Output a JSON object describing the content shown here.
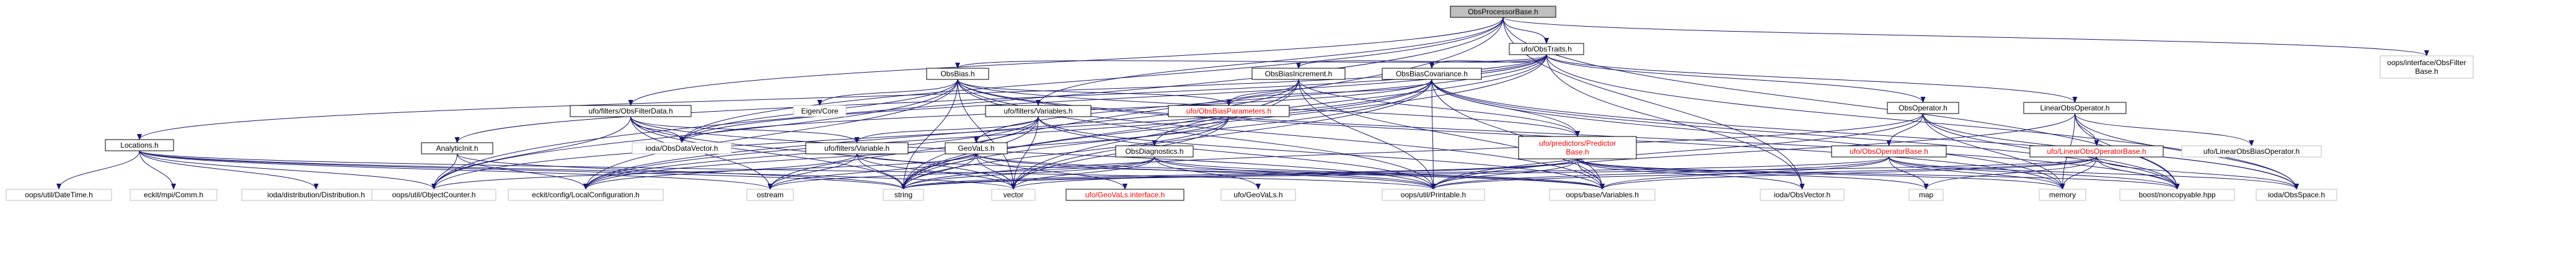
{
  "graph": {
    "palette": {
      "edge": "#191970",
      "root_fill": "#bfbfbf",
      "node_fill": "#ffffff",
      "node_stroke": "#000000",
      "leaf_stroke": "#bfbfbf",
      "highlight_text": "#ff0000",
      "text": "#000000"
    },
    "nodes": [
      {
        "id": "root",
        "label": "ObsProcessorBase.h",
        "kind": "root"
      },
      {
        "id": "obstraits",
        "label": "ufo/ObsTraits.h"
      },
      {
        "id": "filterbase",
        "label": "oops/interface/ObsFilter\nBase.h",
        "kind": "leaf"
      },
      {
        "id": "obsbias",
        "label": "ObsBias.h"
      },
      {
        "id": "obsbiasincr",
        "label": "ObsBiasIncrement.h"
      },
      {
        "id": "obsbiascov",
        "label": "ObsBiasCovariance.h"
      },
      {
        "id": "obsfilterdata",
        "label": "ufo/filters/ObsFilterData.h"
      },
      {
        "id": "eigencore",
        "label": "Eigen/Core",
        "kind": "leaf"
      },
      {
        "id": "obsbiasparams",
        "label": "ufo/ObsBiasParameters.h",
        "kind": "highlight"
      },
      {
        "id": "filtvariables",
        "label": "ufo/filters/Variables.h"
      },
      {
        "id": "obsoperator",
        "label": "ObsOperator.h"
      },
      {
        "id": "linearobsop",
        "label": "LinearObsOperator.h"
      },
      {
        "id": "locations",
        "label": "Locations.h"
      },
      {
        "id": "analyticinit",
        "label": "AnalyticInit.h"
      },
      {
        "id": "iodaobsdatavector",
        "label": "ioda/ObsDataVector.h",
        "kind": "leaf"
      },
      {
        "id": "filtvariable",
        "label": "ufo/filters/Variable.h"
      },
      {
        "id": "geovals",
        "label": "GeoVaLs.h"
      },
      {
        "id": "obsdiagnostics",
        "label": "ObsDiagnostics.h"
      },
      {
        "id": "predictorbase",
        "label": "ufo/predictors/Predictor\nBase.h",
        "kind": "highlight"
      },
      {
        "id": "ufoobsopbase",
        "label": "ufo/ObsOperatorBase.h",
        "kind": "highlight"
      },
      {
        "id": "ufolinobsopbase",
        "label": "ufo/LinearObsOperatorBase.h",
        "kind": "highlight"
      },
      {
        "id": "ufolinobsop",
        "label": "ufo/LinearObsBiasOperator.h",
        "kind": "leaf"
      },
      {
        "id": "datetime",
        "label": "oops/util/DateTime.h",
        "kind": "leaf"
      },
      {
        "id": "eckitcomm",
        "label": "eckit/mpi/Comm.h",
        "kind": "leaf"
      },
      {
        "id": "iodadist",
        "label": "ioda/distribution/Distribution.h",
        "kind": "leaf"
      },
      {
        "id": "objectcounter",
        "label": "oops/util/ObjectCounter.h",
        "kind": "leaf"
      },
      {
        "id": "localconfig",
        "label": "eckit/config/LocalConfiguration.h",
        "kind": "leaf"
      },
      {
        "id": "ostream",
        "label": "ostream",
        "kind": "leaf"
      },
      {
        "id": "string",
        "label": "string",
        "kind": "leaf"
      },
      {
        "id": "vector",
        "label": "vector",
        "kind": "leaf"
      },
      {
        "id": "geovalsinterface",
        "label": "ufo/GeoVaLs.interface.h",
        "kind": "highlight"
      },
      {
        "id": "ufogeovals",
        "label": "ufo/GeoVaLs.h",
        "kind": "leaf"
      },
      {
        "id": "printable",
        "label": "oops/util/Printable.h",
        "kind": "leaf"
      },
      {
        "id": "basevariables",
        "label": "oops/base/Variables.h",
        "kind": "leaf"
      },
      {
        "id": "iodaobsvector",
        "label": "ioda/ObsVector.h",
        "kind": "leaf"
      },
      {
        "id": "map",
        "label": "map",
        "kind": "leaf"
      },
      {
        "id": "memory",
        "label": "memory",
        "kind": "leaf"
      },
      {
        "id": "boostnoncopy",
        "label": "boost/noncopyable.hpp",
        "kind": "leaf"
      },
      {
        "id": "iodaobsspace",
        "label": "ioda/ObsSpace.h",
        "kind": "leaf"
      }
    ],
    "edges": [
      [
        "root",
        "obstraits"
      ],
      [
        "root",
        "filterbase"
      ],
      [
        "root",
        "obsfilterdata"
      ],
      [
        "root",
        "iodaobsdatavector"
      ],
      [
        "root",
        "filtvariables"
      ],
      [
        "root",
        "objectcounter"
      ],
      [
        "root",
        "string"
      ],
      [
        "root",
        "iodaobsvector"
      ],
      [
        "root",
        "boostnoncopy"
      ],
      [
        "obstraits",
        "obsbias"
      ],
      [
        "obstraits",
        "obsbiasincr"
      ],
      [
        "obstraits",
        "obsbiascov"
      ],
      [
        "obstraits",
        "obsoperator"
      ],
      [
        "obstraits",
        "linearobsop"
      ],
      [
        "obstraits",
        "locations"
      ],
      [
        "obstraits",
        "analyticinit"
      ],
      [
        "obstraits",
        "geovals"
      ],
      [
        "obstraits",
        "obsdiagnostics"
      ],
      [
        "obstraits",
        "iodaobsspace"
      ],
      [
        "obstraits",
        "iodaobsvector"
      ],
      [
        "obstraits",
        "iodaobsdatavector"
      ],
      [
        "obstraits",
        "string"
      ],
      [
        "obsbias",
        "eigencore"
      ],
      [
        "obsbias",
        "obsbiasparams"
      ],
      [
        "obsbias",
        "predictorbase"
      ],
      [
        "obsbias",
        "localconfig"
      ],
      [
        "obsbias",
        "objectcounter"
      ],
      [
        "obsbias",
        "printable"
      ],
      [
        "obsbias",
        "basevariables"
      ],
      [
        "obsbias",
        "string"
      ],
      [
        "obsbias",
        "vector"
      ],
      [
        "obsbias",
        "memory"
      ],
      [
        "obsbias",
        "boostnoncopy"
      ],
      [
        "obsbias",
        "iodaobsdatavector"
      ],
      [
        "obsbiasincr",
        "obsbiasparams"
      ],
      [
        "obsbiasincr",
        "predictorbase"
      ],
      [
        "obsbiasincr",
        "localconfig"
      ],
      [
        "obsbiasincr",
        "printable"
      ],
      [
        "obsbiasincr",
        "string"
      ],
      [
        "obsbiasincr",
        "vector"
      ],
      [
        "obsbiasincr",
        "basevariables"
      ],
      [
        "obsbiascov",
        "obsbiasparams"
      ],
      [
        "obsbiascov",
        "predictorbase"
      ],
      [
        "obsbiascov",
        "localconfig"
      ],
      [
        "obsbiascov",
        "objectcounter"
      ],
      [
        "obsbiascov",
        "printable"
      ],
      [
        "obsbiascov",
        "basevariables"
      ],
      [
        "obsbiascov",
        "string"
      ],
      [
        "obsbiascov",
        "vector"
      ],
      [
        "obsbiascov",
        "memory"
      ],
      [
        "obsbiascov",
        "boostnoncopy"
      ],
      [
        "obsbiascov",
        "iodaobsdatavector"
      ],
      [
        "obsbiascov",
        "iodaobsspace"
      ],
      [
        "obsfilterdata",
        "filtvariable"
      ],
      [
        "obsfilterdata",
        "iodaobsdatavector"
      ],
      [
        "obsfilterdata",
        "objectcounter"
      ],
      [
        "obsfilterdata",
        "printable"
      ],
      [
        "obsfilterdata",
        "ostream"
      ],
      [
        "obsfilterdata",
        "string"
      ],
      [
        "obsfilterdata",
        "vector"
      ],
      [
        "obsbiasparams",
        "localconfig"
      ],
      [
        "obsbiasparams",
        "string"
      ],
      [
        "obsbiasparams",
        "vector"
      ],
      [
        "filtvariables",
        "filtvariable"
      ],
      [
        "filtvariables",
        "localconfig"
      ],
      [
        "filtvariables",
        "printable"
      ],
      [
        "filtvariables",
        "basevariables"
      ],
      [
        "filtvariables",
        "string"
      ],
      [
        "filtvariables",
        "vector"
      ],
      [
        "filtvariables",
        "ostream"
      ],
      [
        "obsoperator",
        "ufoobsopbase"
      ],
      [
        "obsoperator",
        "printable"
      ],
      [
        "obsoperator",
        "memory"
      ],
      [
        "obsoperator",
        "boostnoncopy"
      ],
      [
        "obsoperator",
        "iodaobsspace"
      ],
      [
        "obsoperator",
        "string"
      ],
      [
        "linearobsop",
        "ufolinobsopbase"
      ],
      [
        "linearobsop",
        "ufolinobsop"
      ],
      [
        "linearobsop",
        "printable"
      ],
      [
        "linearobsop",
        "memory"
      ],
      [
        "linearobsop",
        "boostnoncopy"
      ],
      [
        "linearobsop",
        "iodaobsspace"
      ],
      [
        "locations",
        "datetime"
      ],
      [
        "locations",
        "eckitcomm"
      ],
      [
        "locations",
        "iodadist"
      ],
      [
        "locations",
        "objectcounter"
      ],
      [
        "locations",
        "printable"
      ],
      [
        "locations",
        "ostream"
      ],
      [
        "locations",
        "string"
      ],
      [
        "locations",
        "vector"
      ],
      [
        "analyticinit",
        "localconfig"
      ],
      [
        "analyticinit",
        "objectcounter"
      ],
      [
        "analyticinit",
        "string"
      ],
      [
        "filtvariable",
        "localconfig"
      ],
      [
        "filtvariable",
        "ostream"
      ],
      [
        "filtvariable",
        "string"
      ],
      [
        "filtvariable",
        "vector"
      ],
      [
        "filtvariable",
        "basevariables"
      ],
      [
        "geovals",
        "geovalsinterface"
      ],
      [
        "geovals",
        "objectcounter"
      ],
      [
        "geovals",
        "printable"
      ],
      [
        "geovals",
        "basevariables"
      ],
      [
        "geovals",
        "ostream"
      ],
      [
        "geovals",
        "string"
      ],
      [
        "geovals",
        "vector"
      ],
      [
        "obsdiagnostics",
        "ufogeovals"
      ],
      [
        "obsdiagnostics",
        "printable"
      ],
      [
        "obsdiagnostics",
        "basevariables"
      ],
      [
        "obsdiagnostics",
        "ostream"
      ],
      [
        "obsdiagnostics",
        "string"
      ],
      [
        "obsdiagnostics",
        "vector"
      ],
      [
        "predictorbase",
        "printable"
      ],
      [
        "predictorbase",
        "basevariables"
      ],
      [
        "predictorbase",
        "iodaobsvector"
      ],
      [
        "predictorbase",
        "map"
      ],
      [
        "predictorbase",
        "memory"
      ],
      [
        "predictorbase",
        "string"
      ],
      [
        "predictorbase",
        "vector"
      ],
      [
        "predictorbase",
        "boostnoncopy"
      ],
      [
        "ufoobsopbase",
        "printable"
      ],
      [
        "ufoobsopbase",
        "basevariables"
      ],
      [
        "ufoobsopbase",
        "map"
      ],
      [
        "ufoobsopbase",
        "memory"
      ],
      [
        "ufoobsopbase",
        "string"
      ],
      [
        "ufoobsopbase",
        "boostnoncopy"
      ],
      [
        "ufoobsopbase",
        "iodaobsspace"
      ],
      [
        "ufolinobsopbase",
        "printable"
      ],
      [
        "ufolinobsopbase",
        "basevariables"
      ],
      [
        "ufolinobsopbase",
        "map"
      ],
      [
        "ufolinobsopbase",
        "memory"
      ],
      [
        "ufolinobsopbase",
        "string"
      ],
      [
        "ufolinobsopbase",
        "boostnoncopy"
      ],
      [
        "ufolinobsopbase",
        "iodaobsspace"
      ]
    ]
  }
}
